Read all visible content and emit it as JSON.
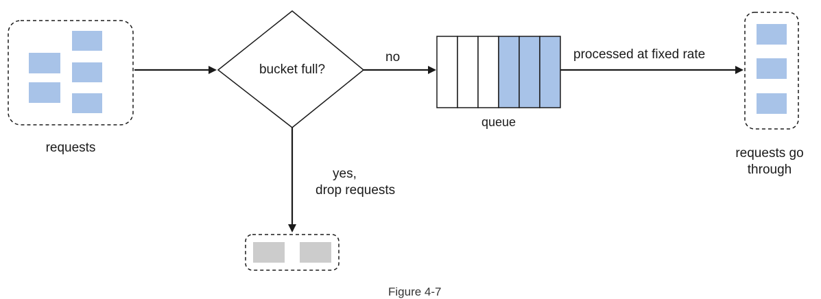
{
  "colors": {
    "request_fill": "#a8c3e8",
    "dropped_fill": "#cccccc",
    "stroke": "#1a1a1a",
    "background": "#ffffff"
  },
  "labels": {
    "requests": "requests",
    "decision": "bucket full?",
    "no": "no",
    "yes_line1": "yes,",
    "yes_line2": "drop requests",
    "queue": "queue",
    "processed": "processed at fixed rate",
    "through_line1": "requests go",
    "through_line2": "through",
    "caption": "Figure 4-7"
  },
  "queue": {
    "slots": 6,
    "filled_slots": 3
  },
  "groups": {
    "incoming_requests": 5,
    "dropped_requests": 2,
    "passed_requests": 3
  }
}
